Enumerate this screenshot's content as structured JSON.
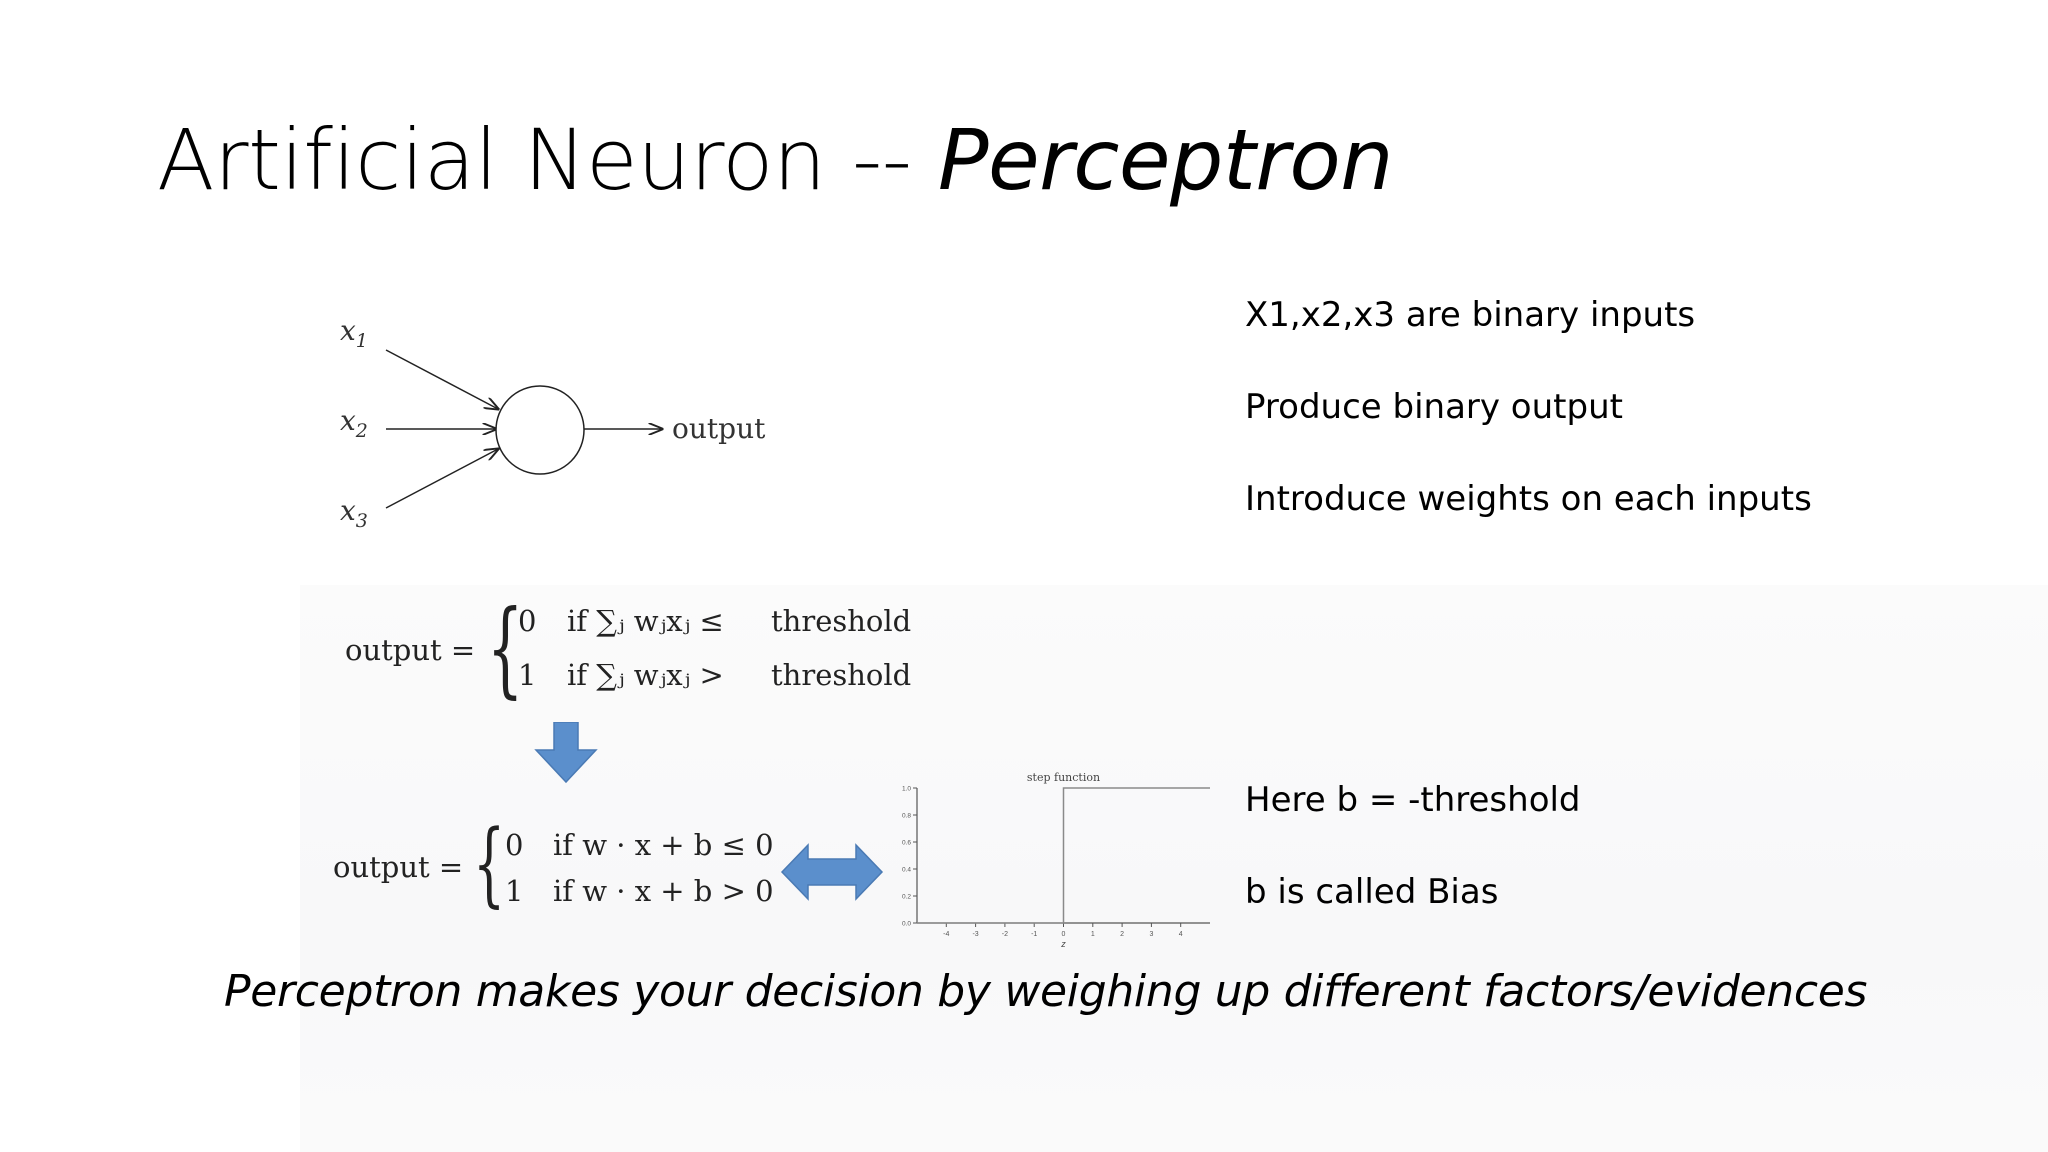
{
  "title": {
    "main": "Artificial Neuron -- ",
    "emphasis": "Perceptron"
  },
  "diagram": {
    "inputs": [
      "x",
      "x",
      "x"
    ],
    "input_subscripts": [
      "1",
      "2",
      "3"
    ],
    "output_label": "output"
  },
  "notes_top": [
    "X1,x2,x3 are binary inputs",
    "Produce binary output",
    "Introduce weights on each inputs"
  ],
  "formula1": {
    "lhs": "output =",
    "case0_value": "0",
    "case0_condition": "if ∑ⱼ wⱼxⱼ ≤",
    "case0_rhs": "threshold",
    "case1_value": "1",
    "case1_condition": "if ∑ⱼ wⱼxⱼ >",
    "case1_rhs": "threshold"
  },
  "formula2": {
    "lhs": "output =",
    "case0_value": "0",
    "case0_condition": "if w · x + b ≤ 0",
    "case1_value": "1",
    "case1_condition": "if w · x + b > 0"
  },
  "arrow_color": "#5b8fcc",
  "chart_data": {
    "type": "line",
    "title": "step function",
    "xlabel": "z",
    "ylabel": "",
    "x": [
      -4,
      -3,
      -2,
      -1,
      0,
      0,
      1,
      2,
      3,
      4
    ],
    "series": [
      {
        "values": [
          0,
          0,
          0,
          0,
          0,
          1,
          1,
          1,
          1,
          1
        ]
      }
    ],
    "xticks": [
      "-4",
      "-3",
      "-2",
      "-1",
      "0",
      "1",
      "2",
      "3",
      "4"
    ],
    "yticks": [
      "0.0",
      "0.2",
      "0.4",
      "0.6",
      "0.8",
      "1.0"
    ],
    "xlim": [
      -5,
      5
    ],
    "ylim": [
      0,
      1
    ],
    "grid": false
  },
  "notes_bottom": [
    "Here b = -threshold",
    "b is called Bias"
  ],
  "caption": "Perceptron makes your decision by weighing up different factors/evidences"
}
